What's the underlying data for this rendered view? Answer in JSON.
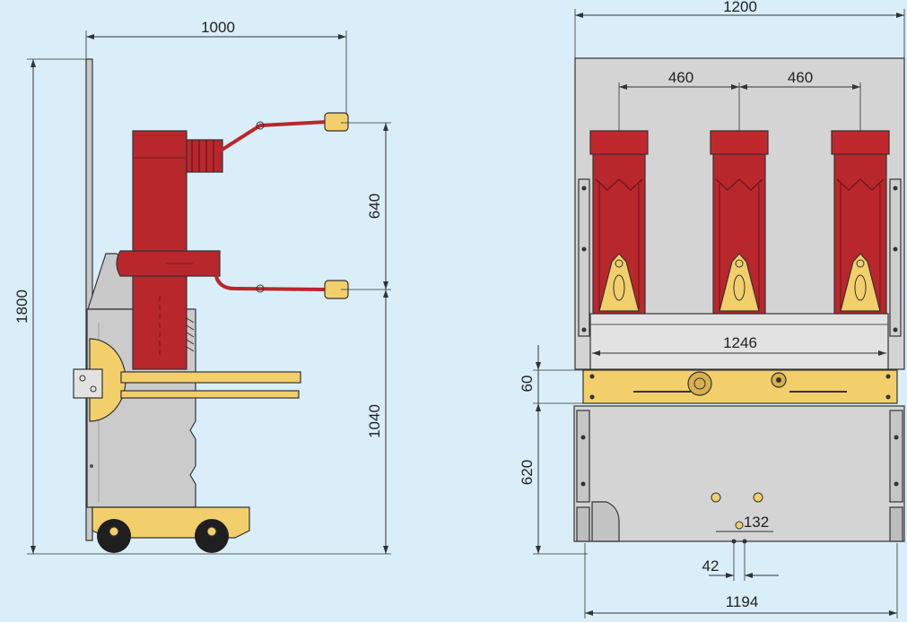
{
  "side_view": {
    "dim_depth": "1000",
    "dim_height": "1800",
    "dim_contact_spacing": "640",
    "dim_lower_contact_height": "1040"
  },
  "front_view": {
    "dim_width": "1200",
    "dim_pole_pitch_left": "460",
    "dim_pole_pitch_right": "460",
    "dim_base_width": "1246",
    "dim_bar_height": "60",
    "dim_truck_height": "620",
    "dim_wheel_track": "1194",
    "dim_small_a": "132",
    "dim_small_b": "42"
  },
  "colors": {
    "background": "#d9eef8",
    "pole_red": "#b8272c",
    "mechanism_yellow": "#f2cf6b",
    "housing_grey": "#d4d4d4"
  }
}
